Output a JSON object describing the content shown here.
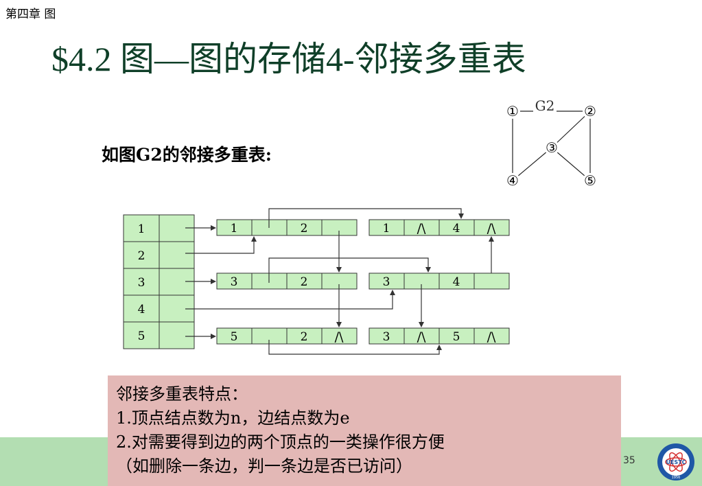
{
  "header": {
    "chapter": "第四章 图",
    "title": "$4.2 图—图的存储4-邻接多重表",
    "subtitle": "如图G2的邻接多重表:"
  },
  "graph": {
    "label": "G2",
    "vertices": [
      "①",
      "②",
      "③",
      "④",
      "⑤"
    ],
    "edges": [
      [
        "1",
        "2"
      ],
      [
        "1",
        "4"
      ],
      [
        "2",
        "3"
      ],
      [
        "2",
        "5"
      ],
      [
        "3",
        "4"
      ],
      [
        "3",
        "5"
      ]
    ]
  },
  "vertex_table": [
    {
      "id": "1"
    },
    {
      "id": "2"
    },
    {
      "id": "3"
    },
    {
      "id": "4"
    },
    {
      "id": "5"
    }
  ],
  "edge_nodes": [
    {
      "ivex": "1",
      "jvex": "2",
      "jlink_null": false
    },
    {
      "ivex": "1",
      "jvex": "4",
      "ilink_null": true,
      "jlink_null": true
    },
    {
      "ivex": "3",
      "jvex": "2",
      "jlink_null": false
    },
    {
      "ivex": "3",
      "jvex": "4",
      "jlink_null": false
    },
    {
      "ivex": "5",
      "jvex": "2",
      "jlink_null": true
    },
    {
      "ivex": "3",
      "jvex": "5",
      "ilink_null": true,
      "jlink_null": true
    }
  ],
  "symbols": {
    "null": "/\\"
  },
  "features": {
    "heading": "邻接多重表特点：",
    "item1": "1.顶点结点数为n，边结点数为e",
    "item2": "2.对需要得到边的两个顶点的一类操作很方便",
    "item3": "（如删除一条边，判一条边是否已访问）"
  },
  "footer": {
    "page": "35"
  },
  "logo": {
    "text": "UESTC",
    "year": "1956"
  },
  "colors": {
    "title": "#0f3f28",
    "cell_fill": "#c8f0c0",
    "band": "#b3deb2",
    "features_bg": "#e3b8b6"
  }
}
